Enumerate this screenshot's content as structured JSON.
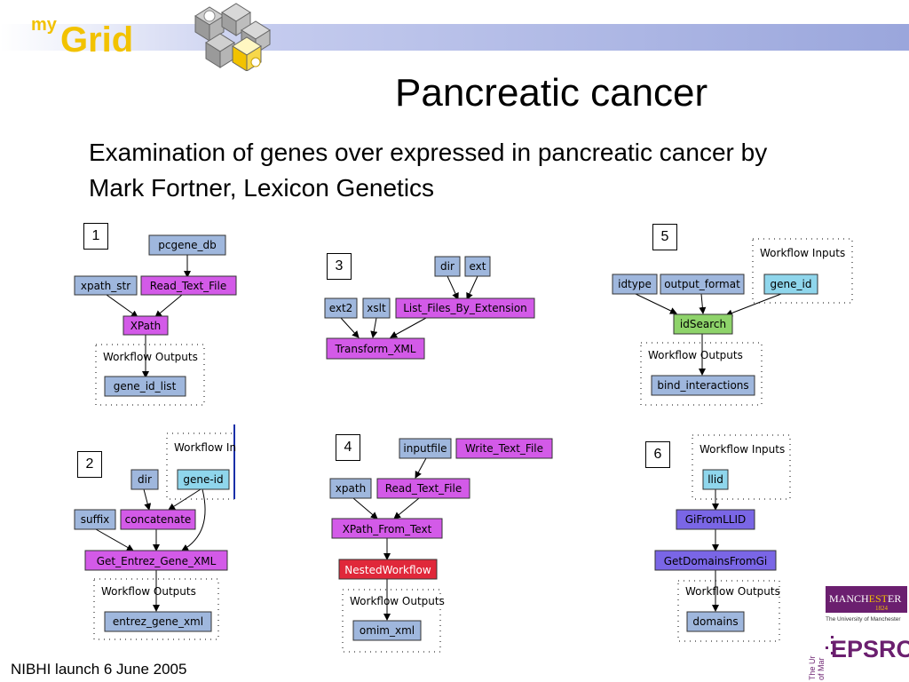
{
  "logo": {
    "my": "my",
    "grid": "Grid"
  },
  "title": "Pancreatic cancer",
  "subtitle": "Examination of genes over expressed in pancreatic cancer by Mark Fortner, Lexicon Genetics",
  "footer": "NIBHI launch 6 June 2005",
  "colors": {
    "blue_node": "#9fb7dd",
    "magenta_node": "#d35ae8",
    "cyan_node": "#8fd6ec",
    "green_node": "#8ed36a",
    "purple_node": "#7a66e6",
    "red_node": "#e0283a",
    "banner_stripe": "#9aa6dc"
  },
  "workflows": [
    {
      "number": "1",
      "nodes": [
        "pcgene_db",
        "xpath_str",
        "Read_Text_File",
        "XPath",
        "gene_id_list"
      ],
      "output_group": "Workflow Outputs"
    },
    {
      "number": "2",
      "nodes": [
        "dir",
        "gene-id",
        "suffix",
        "concatenate",
        "Get_Entrez_Gene_XML",
        "entrez_gene_xml"
      ],
      "input_group": "Workflow In",
      "output_group": "Workflow Outputs"
    },
    {
      "number": "3",
      "nodes": [
        "dir",
        "ext",
        "ext2",
        "xslt",
        "List_Files_By_Extension",
        "Transform_XML"
      ]
    },
    {
      "number": "4",
      "nodes": [
        "inputfile",
        "Write_Text_File",
        "xpath",
        "Read_Text_File",
        "XPath_From_Text",
        "NestedWorkflow",
        "omim_xml"
      ],
      "output_group": "Workflow Outputs"
    },
    {
      "number": "5",
      "nodes": [
        "idtype",
        "output_format",
        "gene_id",
        "idSearch",
        "bind_interactions"
      ],
      "input_group": "Workflow Inputs",
      "output_group": "Workflow Outputs"
    },
    {
      "number": "6",
      "nodes": [
        "llid",
        "GiFromLLID",
        "GetDomainsFromGi",
        "domains"
      ],
      "input_group": "Workflow Inputs",
      "output_group": "Workflow Outputs"
    }
  ],
  "logos": {
    "manchester": {
      "name_pre": "MANCH",
      "name_mid": "EST",
      "name_post": "ER",
      "year": "1824",
      "caption": "The University of Manchester"
    },
    "epsrc": "EPSRC",
    "vertical": [
      "The Ur",
      "of Mar"
    ]
  }
}
